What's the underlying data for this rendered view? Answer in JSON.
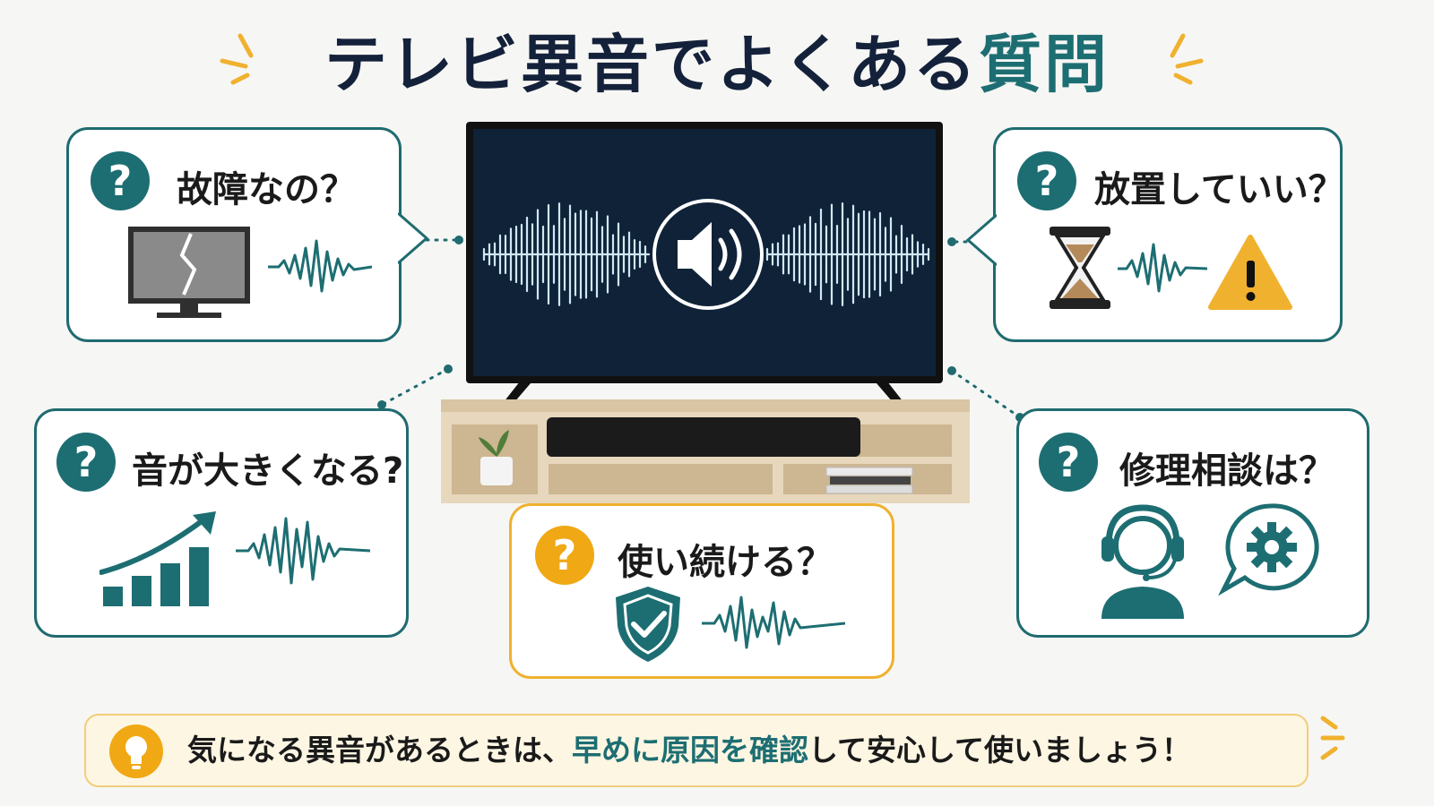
{
  "title": {
    "main": "テレビ異音でよくある",
    "accent": "質問"
  },
  "cards": {
    "failure": {
      "question": "故障なの？",
      "question_icon": "?"
    },
    "ignore": {
      "question": "放置していい？",
      "question_icon": "?"
    },
    "louder": {
      "question": "音が大きくなる?",
      "question_icon": "?"
    },
    "continue_use": {
      "question": "使い続ける？",
      "question_icon": "?"
    },
    "repair": {
      "question": "修理相談は？",
      "question_icon": "?"
    }
  },
  "banner": {
    "text_before": "気になる異音があるときは、",
    "text_highlight": "早めに原因を確認",
    "text_after": "して安心して使いましょう！"
  },
  "colors": {
    "teal": "#1d6e72",
    "gold": "#f0a814",
    "navy": "#14213a",
    "screen": "#0f2238"
  },
  "icons": [
    "broken-tv-icon",
    "waveform-icon",
    "hourglass-icon",
    "warning-icon",
    "rising-chart-icon",
    "shield-check-icon",
    "support-agent-icon",
    "gear-speech-icon",
    "speaker-icon",
    "lightbulb-icon",
    "sparkle-icon"
  ]
}
